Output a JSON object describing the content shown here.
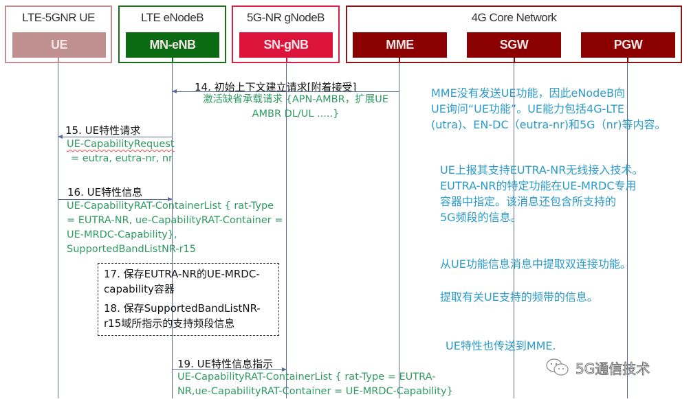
{
  "groups": [
    {
      "id": "ue-group",
      "title": "LTE-5GNR UE",
      "border": "#c08f8f",
      "node": {
        "label": "UE",
        "color": "#c08f8f"
      }
    },
    {
      "id": "enb-group",
      "title": "LTE eNodeB",
      "border": "#1a6b1a",
      "node": {
        "label": "MN-eNB",
        "color": "#0b6b12"
      }
    },
    {
      "id": "gnb-group",
      "title": "5G-NR gNodeB",
      "border": "#d81f45",
      "node": {
        "label": "SN-gNB",
        "color": "#dc143c"
      }
    },
    {
      "id": "core-group",
      "title": "4G Core Network",
      "border": "#8a1515",
      "nodes": [
        {
          "label": "MME",
          "color": "#8b0000"
        },
        {
          "label": "SGW",
          "color": "#8b0000"
        },
        {
          "label": "PGW",
          "color": "#8b0000"
        }
      ]
    }
  ],
  "messages": [
    {
      "id": "14",
      "label": "14. 初始上下文建立请求[附着接受]",
      "from": "MME",
      "to": "MN-eNB",
      "detail": [
        "激活缺省承载请求 {APN-AMBR，扩展UE",
        "AMBR DL/UL .....}"
      ]
    },
    {
      "id": "15",
      "label": "15. UE特性请求",
      "from": "MN-eNB",
      "to": "UE",
      "detail": [
        "UE-CapabilityRequest",
        "= eutra, eutra-nr, nr"
      ]
    },
    {
      "id": "16",
      "label": "16. UE特性信息",
      "from": "UE",
      "to": "MN-eNB",
      "detail": [
        "UE-CapabilityRAT-ContainerList { rat-Type",
        "= EUTRA-NR, ue-CapabilityRAT-Container =",
        "UE-MRDC-Capability},",
        "SupportedBandListNR-r15"
      ]
    },
    {
      "id": "19",
      "label": "19. UE特性信息指示",
      "from": "MN-eNB",
      "to": "MME",
      "detail": [
        "UE-CapabilityRAT-ContainerList { rat-Type = EUTRA-",
        "NR,ue-CapabilityRAT-Container = UE-MRDC-Capability}"
      ]
    }
  ],
  "local_steps": {
    "step17": [
      "17. 保存EUTRA-NR的UE-MRDC-",
      "capability容器"
    ],
    "step18": [
      "18. 保存SupportedBandListNR-",
      "r15域所指示的支持频段信息"
    ]
  },
  "notes": {
    "note1": [
      "MME没有发送UE功能，因此eNodeB向",
      "UE询问“UE功能”。UE能力包括4G-LTE",
      "(utra)、EN-DC（eutra-nr)和5G（nr)等内容。"
    ],
    "note2": [
      "UE上报其支持EUTRA-NR无线接入技术。",
      "EUTRA-NR的特定功能在UE-MRDC专用",
      "容器中指定。该消息还包含所支持的",
      "5G频段的信息。"
    ],
    "note3": "从UE功能信息消息中提取双连接功能。",
    "note4": "提取有关UE支持的频带的信息。",
    "note5": "UE特性也传送到MME."
  },
  "watermark": {
    "icon": "wechat-icon",
    "text": "5G通信技术"
  },
  "colors": {
    "lifeline": "#5a6d9a",
    "detail_text": "#2f9a62",
    "note_text": "#2b9bc9"
  }
}
